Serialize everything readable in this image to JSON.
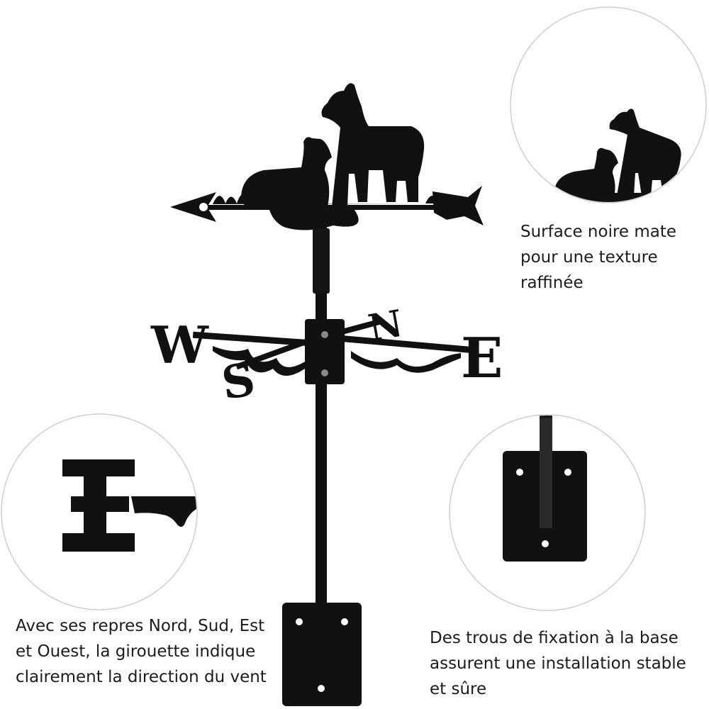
{
  "captions": {
    "finish": [
      "Surface noire mate",
      "pour une texture",
      "raffinée"
    ],
    "directions": [
      "Avec ses repres Nord, Sud, Est",
      "et Ouest, la girouette indique",
      "clairement la direction du vent"
    ],
    "mounting": [
      "Des trous de fixation à la base",
      "assurent une installation stable",
      "et sûre"
    ]
  },
  "compass_letters": {
    "west": "W",
    "east": "E",
    "north": "N",
    "south": "S"
  },
  "colors": {
    "metal": "#111111",
    "background": "#ffffff",
    "circle_outline": "#cfcfcf",
    "text": "#1c1c1c"
  }
}
